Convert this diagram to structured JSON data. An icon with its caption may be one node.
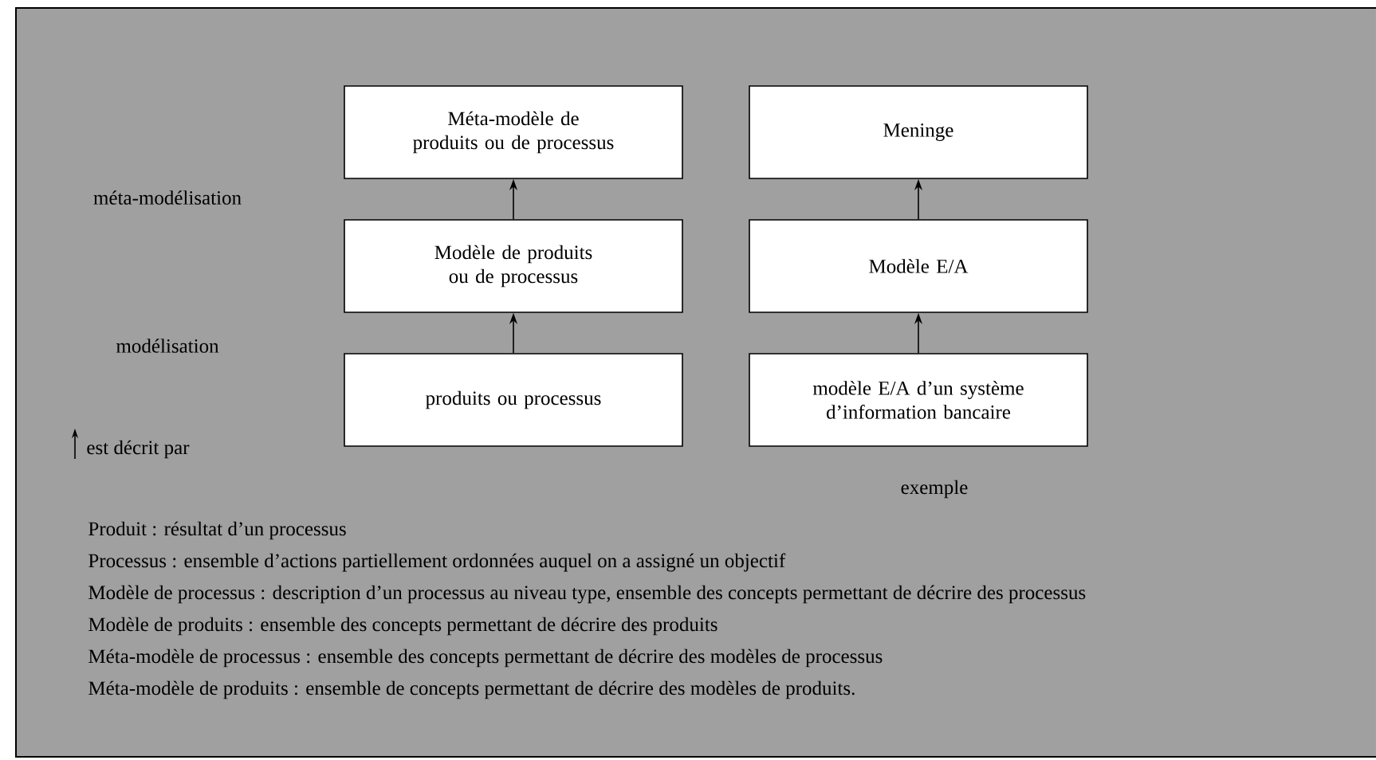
{
  "diagram": {
    "nodes": [
      {
        "text": [
          "Méta-modèle de produits ou de processus"
        ]
      },
      {
        "text": [
          "Meninge"
        ]
      },
      {
        "text": [
          "Modèle de produits ou de processus"
        ]
      },
      {
        "text": [
          "Modèle E/A"
        ]
      },
      {
        "text": [
          "produits ou processus"
        ]
      },
      {
        "text": [
          "modèle E/A d’un système d’information bancaire"
        ]
      }
    ],
    "edges": [
      {
        "from": 2,
        "to": 0,
        "arrow": "to"
      },
      {
        "from": 4,
        "to": 2,
        "arrow": "to"
      },
      {
        "from": 3,
        "to": 1,
        "arrow": "to"
      },
      {
        "from": 5,
        "to": 3,
        "arrow": "to"
      }
    ],
    "labels": [
      "méta-modélisation",
      "modélisation",
      "exemple",
      "Produit : résultat d’un processus",
      "Processus : ensemble d’actions partiellement ordonnées auquel on a assigné un objectif",
      "Modèle de processus : description d’un processus au niveau type, ensemble des concepts permettant de décrire des processus",
      "Modèle de produits : ensemble des concepts permettant de décrire des produits",
      "Méta-modèle de processus : ensemble des concepts permettant de décrire des modèles de processus",
      "Méta-modèle de produits : ensemble de concepts permettant de décrire des modèles de produits."
    ],
    "legend": [
      {
        "text": "est décrit par"
      }
    ]
  }
}
